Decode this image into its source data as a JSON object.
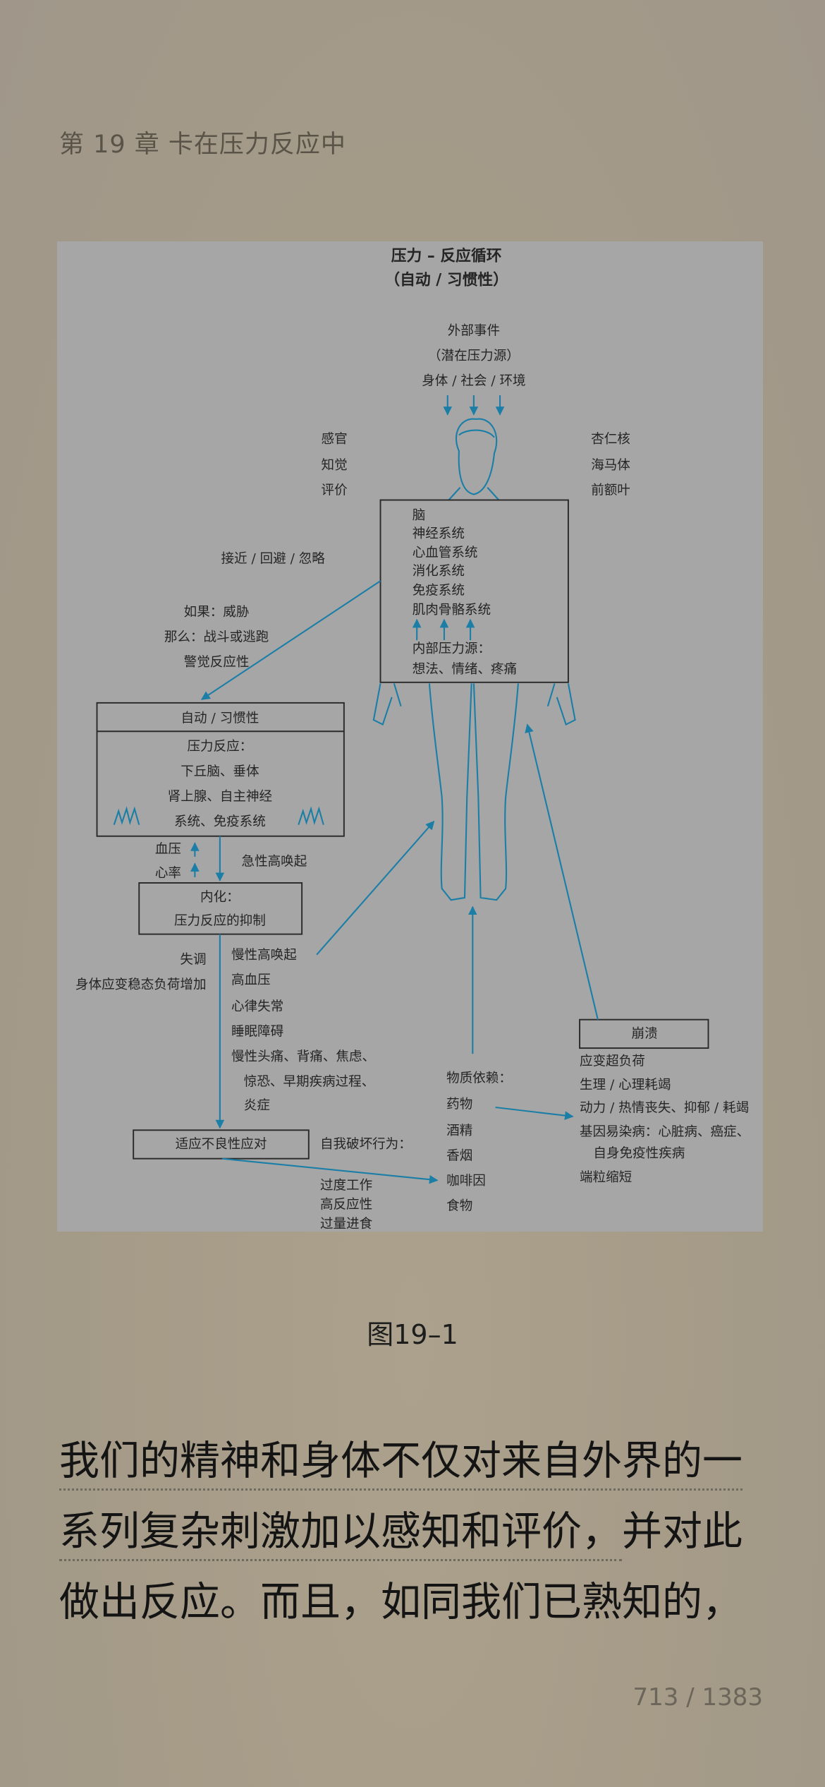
{
  "header": {
    "chapter_title": "第 19 章 卡在压力反应中"
  },
  "diagram": {
    "title_line1": "压力 – 反应循环",
    "title_line2": "（自动 / 习惯性）",
    "external": [
      "外部事件",
      "（潜在压力源）",
      "身体 / 社会 / 环境"
    ],
    "perception": [
      "感官",
      "知觉",
      "评价"
    ],
    "brain_regions": [
      "杏仁核",
      "海马体",
      "前额叶"
    ],
    "body_box": [
      "脑",
      "神经系统",
      "心血管系统",
      "消化系统",
      "免疫系统",
      "肌肉骨骼系统"
    ],
    "internal": [
      "内部压力源：",
      "想法、情绪、疼痛"
    ],
    "approach": "接近 / 回避 / 忽略",
    "threat": [
      "如果：威胁",
      "那么：战斗或逃跑",
      "警觉反应性"
    ],
    "auto_box": {
      "header": "自动 / 习惯性",
      "lines": [
        "压力反应：",
        "下丘脑、垂体",
        "肾上腺、自主神经",
        "系统、免疫系统"
      ]
    },
    "vitals": [
      "血压",
      "心率"
    ],
    "acute": "急性高唤起",
    "internalize_box": [
      "内化：",
      "压力反应的抑制"
    ],
    "dysregulation": [
      "失调",
      "身体应变稳态负荷增加"
    ],
    "chronic": [
      "慢性高唤起",
      "高血压",
      "心律失常",
      "睡眠障碍",
      "慢性头痛、背痛、焦虑、",
      "惊恐、早期疾病过程、",
      "炎症"
    ],
    "maladaptive_box": "适应不良性应对",
    "self_destructive": "自我破坏行为：",
    "behaviors": [
      "过度工作",
      "高反应性",
      "过量进食"
    ],
    "substances": [
      "物质依赖：",
      "药物",
      "酒精",
      "香烟",
      "咖啡因",
      "食物"
    ],
    "breakdown_box": "崩溃",
    "breakdown": [
      "应变超负荷",
      "生理 / 心理耗竭",
      "动力 / 热情丧失、抑郁 / 耗竭",
      "基因易染病：心脏病、癌症、",
      "自身免疫性疾病",
      "端粒缩短"
    ],
    "colors": {
      "arrow": "#1b7ea6",
      "background": "#a6a6a6"
    }
  },
  "caption": "图19–1",
  "body": {
    "lines": [
      "我们的精神和身体不仅对来自外界的一",
      "系列复杂刺激加以感知和评价，",
      "并对此",
      "做出反应。而且，如同我们已熟知的，"
    ]
  },
  "footer": {
    "page_indicator": "713 / 1383"
  }
}
